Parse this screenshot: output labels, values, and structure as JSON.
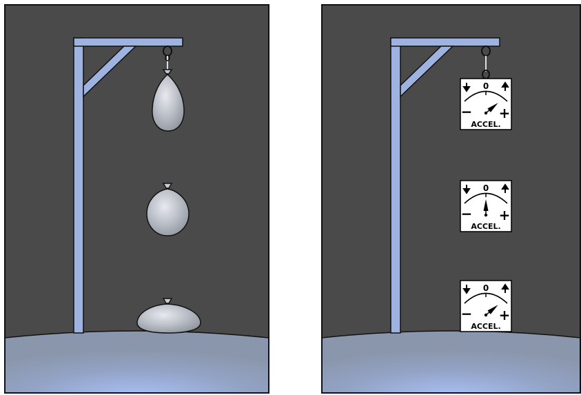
{
  "colors": {
    "background_wall": "#4a4a4a",
    "ground": "#8e9bb1",
    "ground_highlight": "#9fb3e8",
    "gallows": "#9fb3e0",
    "panel_border": "#111111",
    "water_balloon": "#b9bcc4",
    "meter_face": "#ffffff",
    "meter_ink": "#000000"
  },
  "icons": {
    "balloon": "water-balloon-icon",
    "meter": "accelerometer-icon",
    "arrow_down": "arrow-down-icon",
    "arrow_up": "arrow-up-icon"
  },
  "left_panel": {
    "balloons": [
      {
        "state": "hanging-stretched"
      },
      {
        "state": "falling-round"
      },
      {
        "state": "landed-flattened"
      }
    ]
  },
  "right_panel": {
    "meters": [
      {
        "state": "hanging",
        "needle": "positive",
        "zero_label": "0",
        "minus_label": "−",
        "plus_label": "+",
        "caption": "ACCEL."
      },
      {
        "state": "falling",
        "needle": "zero",
        "zero_label": "0",
        "minus_label": "−",
        "plus_label": "+",
        "caption": "ACCEL."
      },
      {
        "state": "landed",
        "needle": "positive",
        "zero_label": "0",
        "minus_label": "−",
        "plus_label": "+",
        "caption": "ACCEL."
      }
    ]
  }
}
